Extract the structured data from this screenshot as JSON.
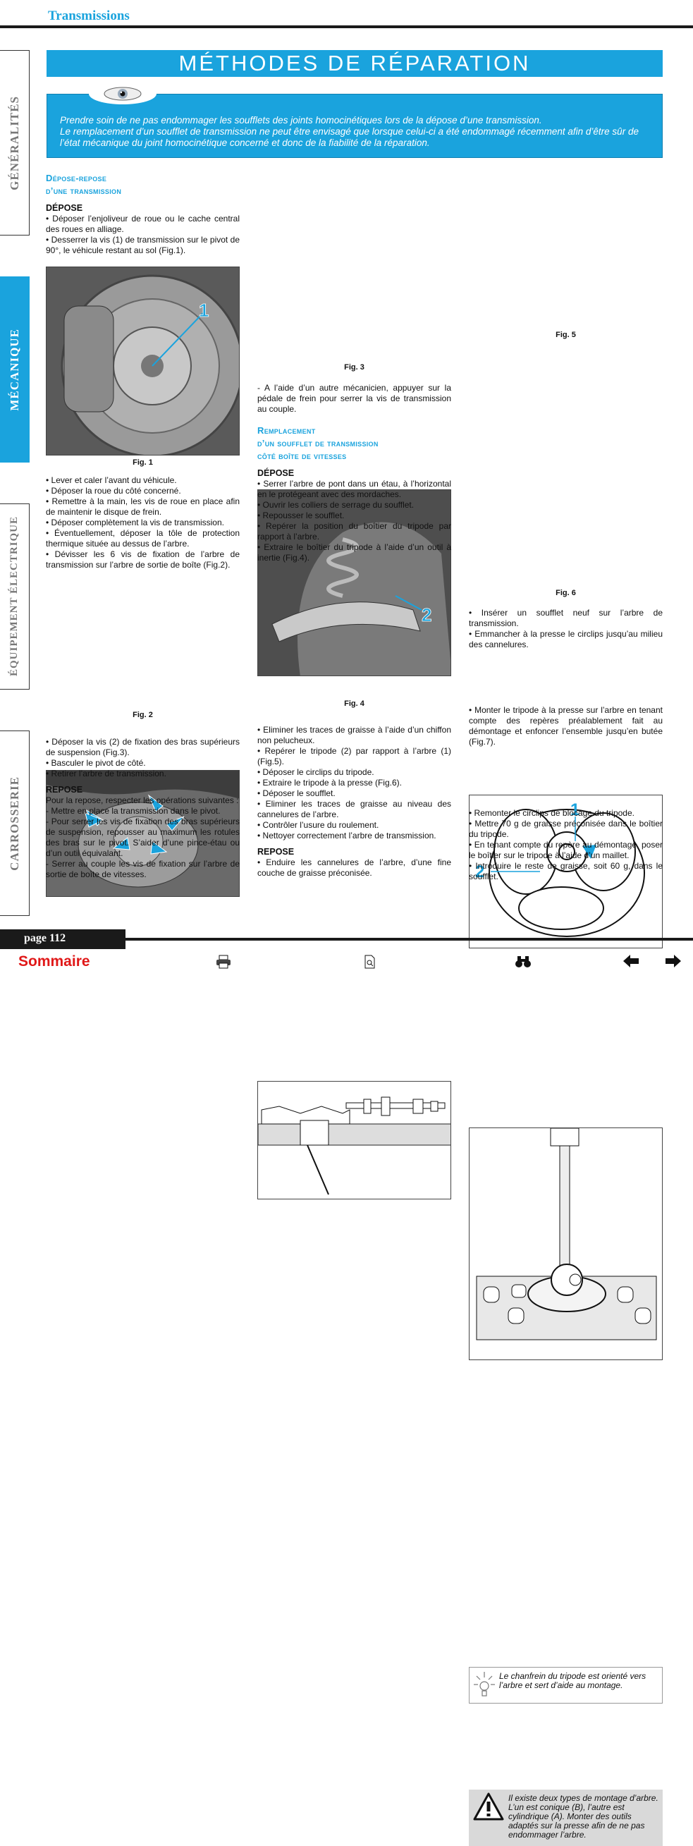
{
  "header": {
    "section": "Transmissions"
  },
  "tabs": [
    "GÉNÉRALITÉS",
    "MÉCANIQUE",
    "ÉQUIPEMENT ÉLECTRIQUE",
    "CARROSSERIE"
  ],
  "banner": "MÉTHODES DE RÉPARATION",
  "info": {
    "lines": [
      "Prendre soin de ne pas endommager les soufflets des joints homocinétiques lors de la dépose d’une transmission.",
      "Le remplacement d’un soufflet de transmission ne peut être envisagé que lorsque celui-ci a été endommagé récemment afin d’être sûr de l’état mécanique du joint homocinétique concerné et donc de la fiabilité de la réparation."
    ]
  },
  "col1": {
    "title": [
      "Dépose-repose",
      "d’une transmission"
    ],
    "h_depose": "DÉPOSE",
    "p1": [
      "• Déposer l’enjoliveur de roue ou le cache central des roues en alliage.",
      "• Desserrer la vis (1) de transmission sur le pivot de 90°, le véhicule restant au sol (Fig.1)."
    ],
    "fig1": {
      "caption": "Fig. 1",
      "callout": "1"
    },
    "p2": [
      "• Lever et caler l’avant du véhicule.",
      "• Déposer la roue du côté concerné.",
      "• Remettre à la main, les vis de roue en place afin de maintenir le disque de frein.",
      "• Déposer complètement la vis de transmission.",
      "• Éventuellement, déposer la tôle de protection thermique située au dessus de l’arbre.",
      "• Dévisser les 6 vis de fixation de l’arbre de transmission sur l’arbre de sortie de boîte (Fig.2)."
    ],
    "fig2": {
      "caption": "Fig. 2"
    },
    "p3": [
      "• Déposer la vis (2) de fixation des bras supérieurs de suspension (Fig.3).",
      "• Basculer le pivot de côté.",
      "• Retirer l’arbre de transmission."
    ],
    "h_repose": "REPOSE",
    "p4": [
      " Pour la repose, respecter les opérations suivantes :",
      "- Mettre en place la transmission dans le pivot.",
      "- Pour serrer les vis de fixation des bras supérieurs de suspension, repousser au maximum les rotules des bras sur le pivot. S’aider d’une pince-étau ou d’un outil équivalant.",
      "- Serrer au couple les vis de fixation sur l’arbre de sortie de boîte de vitesses."
    ]
  },
  "col2": {
    "fig3": {
      "caption": "Fig. 3",
      "callout": "2"
    },
    "p1": "- A l’aide d’un autre mécanicien, appuyer sur la pédale de frein pour serrer la vis de transmission au couple.",
    "title": [
      "Remplacement",
      "d’un soufflet de transmission",
      "côté boîte de vitesses"
    ],
    "h_depose": "DÉPOSE",
    "p2": [
      "• Serrer l’arbre de pont dans un étau, à l’horizontal en le protégeant avec des mordaches.",
      "• Ouvrir les colliers de serrage du soufflet.",
      "• Repousser le soufflet.",
      "• Repérer la position du boîtier du tripode par rapport à l’arbre.",
      "• Extraire le boîtier du tripode à l’aide d’un outil à inertie (Fig.4)."
    ],
    "fig4": {
      "caption": "Fig. 4"
    },
    "p3": [
      "• Eliminer les traces de graisse à l’aide d’un chiffon non pelucheux.",
      "• Repérer le tripode (2) par rapport à l’arbre (1) (Fig.5).",
      "• Déposer le circlips du tripode.",
      "• Extraire le tripode à la presse (Fig.6).",
      "• Déposer le soufflet.",
      "• Eliminer les traces de graisse au niveau des cannelures de l’arbre.",
      "• Contrôler l’usure du roulement.",
      "• Nettoyer correctement l’arbre de transmission."
    ],
    "h_repose": "REPOSE",
    "p4": "• Enduire les cannelures de l’arbre, d’une fine couche de graisse préconisée."
  },
  "col3": {
    "fig5": {
      "caption": "Fig. 5",
      "callout1": "1",
      "callout2": "2"
    },
    "fig6": {
      "caption": "Fig. 6"
    },
    "p1": [
      "• Insérer un soufflet neuf sur l’arbre de transmission.",
      "• Emmancher à la presse le circlips jusqu’au milieu des cannelures."
    ],
    "note": "Le chanfrein du tripode est orienté vers l’arbre et sert d’aide au montage.",
    "p2": "• Monter le tripode à la presse sur l’arbre en tenant compte des repères préalablement fait au démontage et enfoncer l’ensemble jusqu’en butée (Fig.7).",
    "warn": "Il existe deux types de montage d’arbre. L’un est conique (B), l’autre est cylindrique (A). Monter des outils adaptés sur la presse afin de ne pas endommager l’arbre.",
    "p3": [
      "• Remonter le circlips de blocage du tripode.",
      "• Mettre 70 g de graisse préconisée dans le boîtier du tripode.",
      "• En tenant compte du repère au démontage, poser le boîtier sur le tripode à l’aide d’un maillet.",
      "• Introduire le reste de graisse, soit 60 g, dans le soufflet."
    ]
  },
  "footer": {
    "page": "page 112",
    "sommaire": "Sommaire"
  },
  "colors": {
    "accent": "#1aa3dd",
    "sommaire": "#e01818"
  },
  "icons": [
    "eye-icon",
    "print-icon",
    "search-page-icon",
    "binoculars-icon",
    "arrow-left-icon",
    "arrow-right-icon",
    "warning-icon",
    "lightbulb-icon"
  ]
}
